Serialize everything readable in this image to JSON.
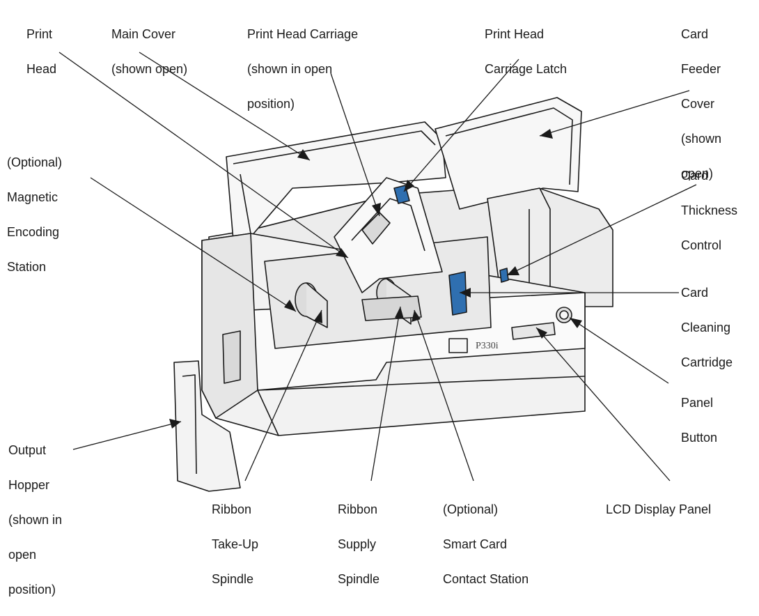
{
  "labels": {
    "print_head": [
      "Print",
      "Head"
    ],
    "main_cover": [
      "Main Cover",
      "(shown open)"
    ],
    "print_head_carriage": [
      "Print Head Carriage",
      "(shown in open",
      "position)"
    ],
    "print_head_carriage_latch": [
      "Print Head",
      "Carriage Latch"
    ],
    "card_feeder_cover": [
      "Card",
      "Feeder",
      "Cover",
      "(shown",
      "open)"
    ],
    "magnetic_encoding_station": [
      "(Optional)",
      "Magnetic",
      "Encoding",
      "Station"
    ],
    "card_thickness_control": [
      "Card",
      "Thickness",
      "Control"
    ],
    "card_cleaning_cartridge": [
      "Card",
      "Cleaning",
      "Cartridge"
    ],
    "panel_button": [
      "Panel",
      "Button"
    ],
    "output_hopper": [
      "Output",
      "Hopper",
      "(shown in",
      "open",
      "position)"
    ],
    "ribbon_take_up_spindle": [
      "Ribbon",
      "Take-Up",
      "Spindle"
    ],
    "ribbon_supply_spindle": [
      "Ribbon",
      "Supply",
      "Spindle"
    ],
    "smart_card_contact_station": [
      "(Optional)",
      "Smart Card",
      "Contact Station"
    ],
    "lcd_display_panel": [
      "LCD Display Panel"
    ]
  },
  "printer": {
    "model_badge": "P330i"
  },
  "colors": {
    "outline": "#1a1a1a",
    "body_fill": "#f4f4f4",
    "shade": "#d9d9d9",
    "latch_blue": "#2f6fb0"
  }
}
